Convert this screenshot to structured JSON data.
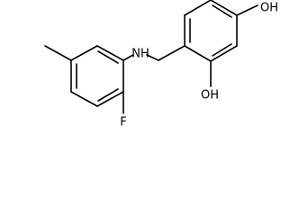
{
  "molecule": {
    "atom_labels": {
      "amine": "NH",
      "fluoro": "F",
      "hydroxyl_top": "OH",
      "hydroxyl_bottom": "OH"
    },
    "bond_color": "#000000",
    "background": "#ffffff"
  }
}
